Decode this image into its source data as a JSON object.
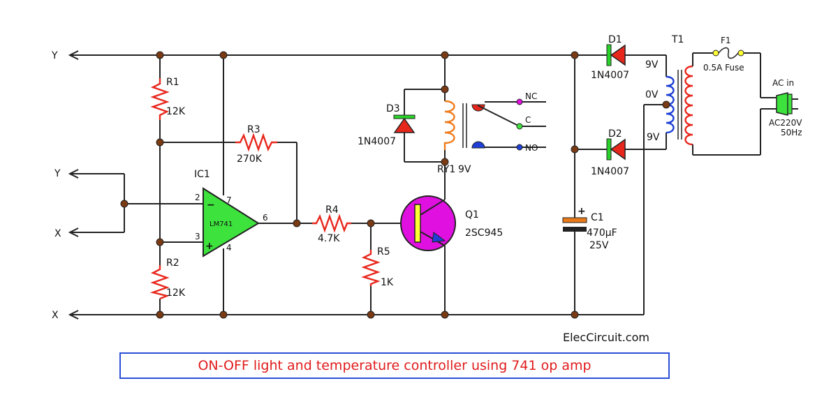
{
  "terminals": {
    "y_top": "Y",
    "y_mid": "Y",
    "x_mid": "X",
    "x_bottom": "X"
  },
  "r1": {
    "name": "R1",
    "value": "12K"
  },
  "r2": {
    "name": "R2",
    "value": "12K"
  },
  "r3": {
    "name": "R3",
    "value": "270K"
  },
  "r4": {
    "name": "R4",
    "value": "4.7K"
  },
  "r5": {
    "name": "R5",
    "value": "1K"
  },
  "ic1": {
    "name": "IC1",
    "part": "LM741",
    "pin2": "2",
    "pin3": "3",
    "pin4": "4",
    "pin6": "6",
    "pin7": "7",
    "minus": "−",
    "plus": "+"
  },
  "d3": {
    "name": "D3",
    "part": "1N4007"
  },
  "ry1": {
    "name": "RY1",
    "value": "9V",
    "nc": "NC",
    "c": "C",
    "no": "NO"
  },
  "q1": {
    "name": "Q1",
    "part": "2SC945"
  },
  "c1": {
    "name": "C1",
    "value": "470µF",
    "voltage": "25V",
    "plus": "+"
  },
  "d1": {
    "name": "D1",
    "part": "1N4007"
  },
  "d2": {
    "name": "D2",
    "part": "1N4007"
  },
  "t1": {
    "name": "T1",
    "tap_top": "9V",
    "tap_mid": "0V",
    "tap_bottom": "9V"
  },
  "f1": {
    "name": "F1",
    "value": "0.5A Fuse"
  },
  "ac": {
    "label": "AC in",
    "voltage": "AC220V",
    "freq": "50Hz"
  },
  "brand": "ElecCircuit.com",
  "caption": "ON-OFF light and temperature controller using 741 op amp",
  "colors": {
    "resistor": "#e8271c",
    "opamp": "#3de23d",
    "transistor": "#e010e0",
    "diode_body": "#e8271c",
    "diode_bar": "#2bd12b",
    "coil_relay": "#f07a1a",
    "coil_transformer": "#1d3fd6",
    "coil_primary": "#e8271c",
    "capacitor_top": "#e87a1a",
    "plug": "#3de23d",
    "caption_text": "#e01b1b",
    "caption_border": "#2a4fd8"
  }
}
